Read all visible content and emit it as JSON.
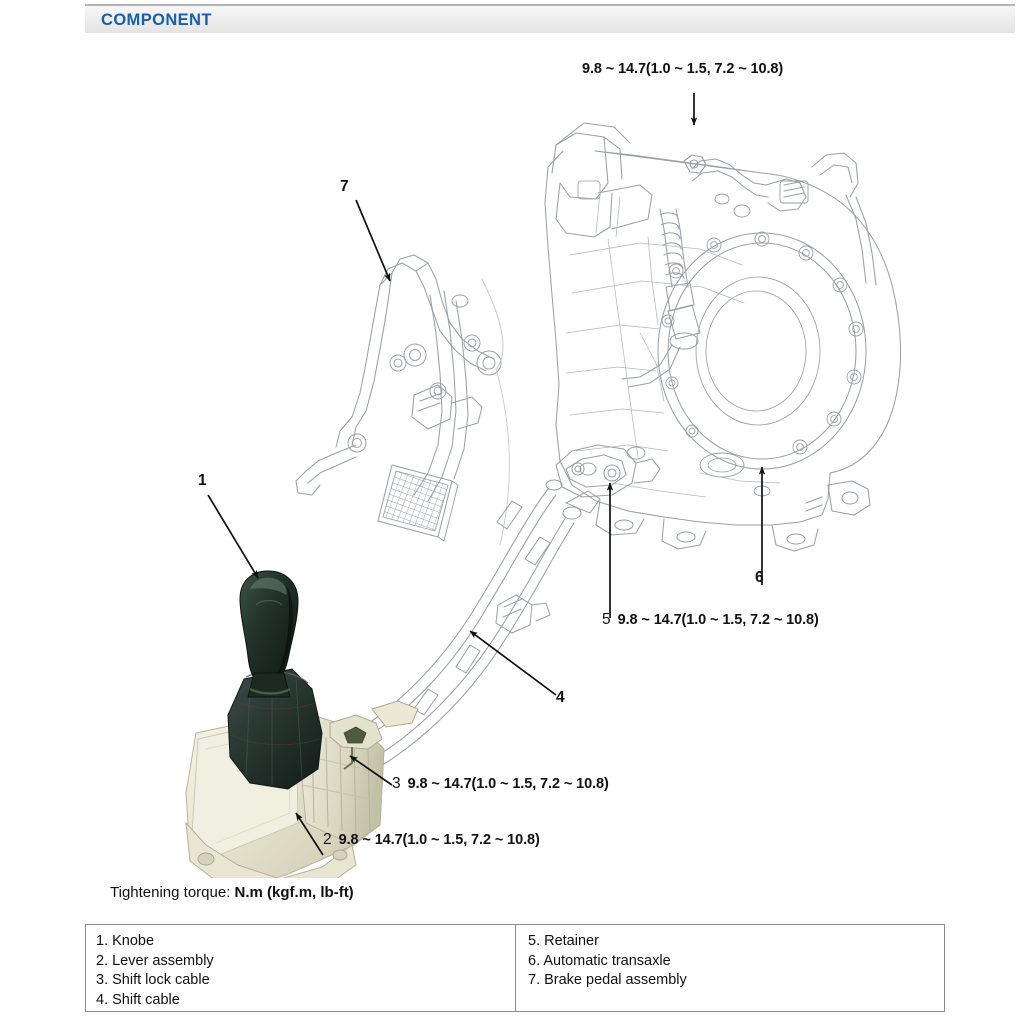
{
  "header": {
    "title": "COMPONENT",
    "accent_color": "#1a5ea8",
    "bar_background": "#eeeeee"
  },
  "torque_spec": "9.8 ~ 14.7(1.0 ~ 1.5, 7.2 ~ 10.8)",
  "callouts": [
    {
      "id": "1",
      "number": "1",
      "target": "knob",
      "torque": ""
    },
    {
      "id": "2",
      "number": "2",
      "target": "lever-assembly",
      "torque": "9.8 ~ 14.7(1.0 ~ 1.5, 7.2 ~ 10.8)"
    },
    {
      "id": "3",
      "number": "3",
      "target": "shift-lock-cable",
      "torque": "9.8 ~ 14.7(1.0 ~ 1.5, 7.2 ~ 10.8)"
    },
    {
      "id": "4",
      "number": "4",
      "target": "shift-cable",
      "torque": ""
    },
    {
      "id": "5",
      "number": "5",
      "target": "retainer",
      "torque": "9.8 ~ 14.7(1.0 ~ 1.5, 7.2 ~ 10.8)"
    },
    {
      "id": "6",
      "number": "6",
      "target": "automatic-transaxle",
      "torque": ""
    },
    {
      "id": "7",
      "number": "7",
      "target": "brake-pedal-assembly",
      "torque": ""
    }
  ],
  "labels": {
    "top_torque": "9.8 ~ 14.7(1.0 ~ 1.5, 7.2 ~ 10.8)",
    "callout_1": "1",
    "callout_7": "7",
    "callout_6": "6",
    "callout_4": "4",
    "callout_5_number": "5",
    "callout_5_torque": "9.8 ~ 14.7(1.0 ~ 1.5, 7.2 ~ 10.8)",
    "callout_3_number": "3",
    "callout_3_torque": "9.8 ~ 14.7(1.0 ~ 1.5, 7.2 ~ 10.8)",
    "callout_2_number": "2",
    "callout_2_torque": "9.8 ~ 14.7(1.0 ~ 1.5, 7.2 ~ 10.8)"
  },
  "torque_caption": {
    "prefix": "Tightening torque: ",
    "unit": "N.m (kgf.m, lb-ft)"
  },
  "legend": {
    "left_column": [
      "1. Knobe",
      "2. Lever assembly",
      "3. Shift lock cable",
      "4. Shift cable"
    ],
    "right_column": [
      "5. Retainer",
      "6. Automatic transaxle",
      "7. Brake pedal assembly"
    ]
  },
  "illustration": {
    "parts": [
      {
        "name": "automatic-transaxle",
        "style": "line-drawing",
        "stroke": "#9aa0a6"
      },
      {
        "name": "brake-pedal-assembly",
        "style": "line-drawing",
        "stroke": "#9aa0a6"
      },
      {
        "name": "shift-cable",
        "style": "line-drawing",
        "stroke": "#9aa0a6"
      },
      {
        "name": "shift-lock-cable",
        "style": "line-drawing",
        "stroke": "#9aa0a6"
      },
      {
        "name": "shift-lever-assembly",
        "style": "photo",
        "housing_color": "#ebe9d8",
        "knob_color": "#1e2a22",
        "boot_color": "#2b3a35"
      }
    ]
  }
}
